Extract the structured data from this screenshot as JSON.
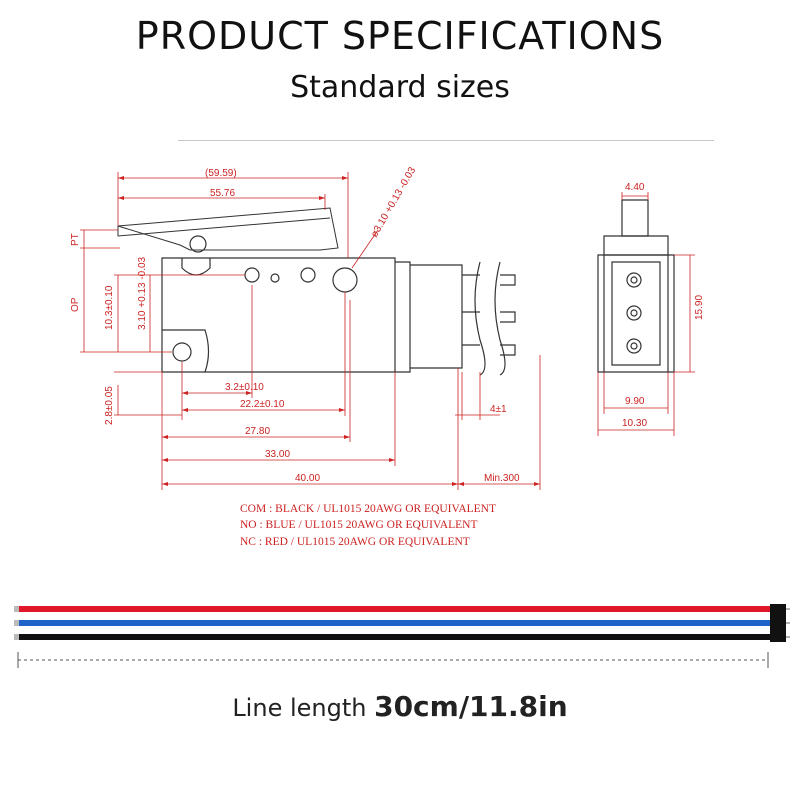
{
  "header": {
    "title": "PRODUCT SPECIFICATIONS",
    "subtitle": "Standard sizes"
  },
  "dimensions": {
    "overall_lever": "(59.59)",
    "lever": "55.76",
    "pt": "PT",
    "op": "OP",
    "hole_dia": "ø3.10 +0.13 -0.03",
    "height_a": "10.3±0.10",
    "height_b": "3.10 +0.13 -0.03",
    "hole_spacing": "3.2±0.10",
    "span_22": "22.2±0.10",
    "span_27": "27.80",
    "body_len": "33.00",
    "total_len": "40.00",
    "wire_min": "Min.300",
    "offset": "2.8±0.05",
    "terminal": "4±1",
    "side_top": "4.40",
    "side_height": "15.90",
    "side_inner": "9.90",
    "side_outer": "10.30"
  },
  "wiring_notes": [
    "COM : BLACK / UL1015 20AWG OR EQUIVALENT",
    "NO : BLUE / UL1015 20AWG OR EQUIVALENT",
    "NC : RED / UL1015 20AWG OR EQUIVALENT"
  ],
  "wires": [
    {
      "name": "red",
      "color": "#e0162b"
    },
    {
      "name": "blue",
      "color": "#1f63c9"
    },
    {
      "name": "black",
      "color": "#111111"
    }
  ],
  "line_length": {
    "prefix": "Line length ",
    "value": "30cm/11.8in"
  },
  "colors": {
    "drawing": "#cc2222",
    "outline": "#333333"
  }
}
